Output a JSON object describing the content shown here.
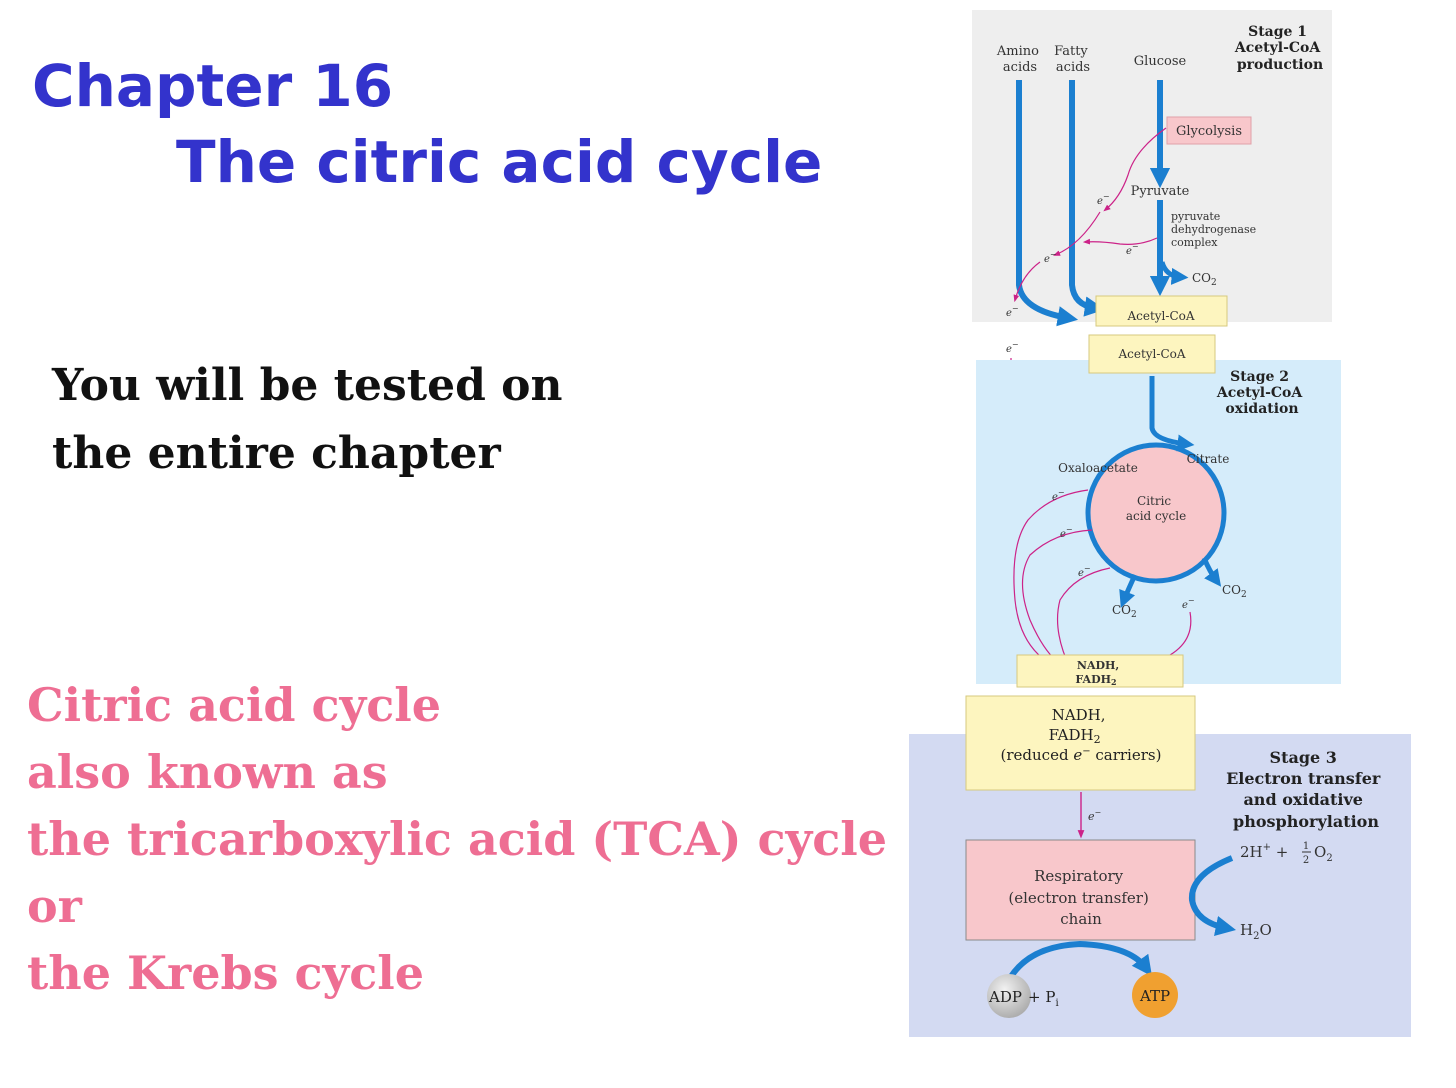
{
  "slide": {
    "title_line1": "Chapter 16",
    "title_line2": "The citric acid cycle",
    "note_lines": [
      "You will be tested on",
      "the entire chapter"
    ],
    "aka_lines": [
      "Citric acid cycle",
      "also known as",
      "the tricarboxylic acid (TCA) cycle",
      "or",
      "the Krebs cycle"
    ]
  },
  "diagram": {
    "stage1": {
      "title": [
        "Stage 1",
        "Acetyl-CoA",
        "production"
      ],
      "amino_acids": [
        "Amino",
        "acids"
      ],
      "fatty_acids": [
        "Fatty",
        "acids"
      ],
      "glucose": "Glucose",
      "glycolysis": "Glycolysis",
      "pyruvate": "Pyruvate",
      "pdh_complex": [
        "pyruvate",
        "dehydrogenase",
        "complex"
      ],
      "co2": "CO",
      "co2_sub": "2",
      "electron": "e",
      "electron_sup": "−",
      "acetyl_coa": "Acetyl-CoA"
    },
    "stage2": {
      "title": [
        "Stage 2",
        "Acetyl-CoA",
        "oxidation"
      ],
      "acetyl_coa": "Acetyl-CoA",
      "oxaloacetate": "Oxaloacetate",
      "citrate": "Citrate",
      "cycle_label": [
        "Citric",
        "acid cycle"
      ],
      "co2": "CO",
      "co2_sub": "2",
      "nadh_label": [
        "NADH,",
        "FADH"
      ],
      "nadh_sub": "2"
    },
    "stage3": {
      "title": [
        "Stage 3",
        "Electron transfer",
        "and oxidative",
        "phosphorylation"
      ],
      "nadh": "NADH,",
      "fadh": "FADH",
      "fadh_sub": "2",
      "reduced_prefix": "(reduced ",
      "reduced_e": "e",
      "reduced_sup": "−",
      "reduced_suffix": " carriers)",
      "chain": [
        "Respiratory",
        "(electron transfer)",
        "chain"
      ],
      "oxygen_lhs": "2H",
      "oxygen_sup": "+",
      "oxygen_plus": " + ",
      "oxygen_num": "1",
      "oxygen_den": "2",
      "oxygen_o": "O",
      "oxygen_sub": "2",
      "water": "H",
      "water_sub": "2",
      "water_o": "O",
      "adp": "ADP",
      "pi": " + P",
      "pi_sub": "i",
      "atp": "ATP"
    },
    "colors": {
      "title_blue": "#3333cc",
      "pink_text": "#ee6e93",
      "arrow_blue": "#1b7fd0",
      "electron_magenta": "#cc2288",
      "stage1_bg": "#eeeeee",
      "stage2_bg": "#d5ecfa",
      "stage3_bg": "#d3daf2",
      "yellow_box": "#fdf5bf",
      "pink_box": "#f8c7cb"
    }
  }
}
